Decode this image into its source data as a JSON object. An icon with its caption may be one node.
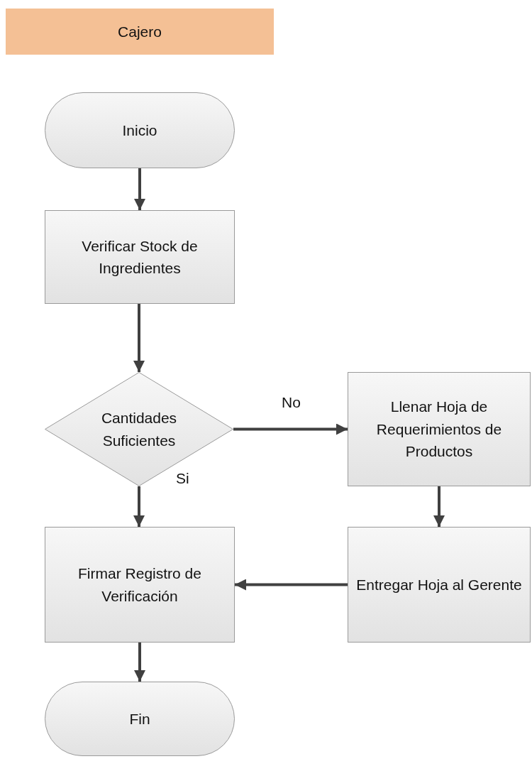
{
  "diagram": {
    "nodes": [
      {
        "text": [
          "Cajero"
        ]
      },
      {
        "text": [
          "Inicio"
        ]
      },
      {
        "text": [
          "Verificar Stock de Ingredientes"
        ]
      },
      {
        "text": [
          "Cantidades Suficientes"
        ]
      },
      {
        "text": [
          "Llenar Hoja de Requerimientos de Productos"
        ]
      },
      {
        "text": [
          "Entregar Hoja al Gerente"
        ]
      },
      {
        "text": [
          "Firmar Registro de Verificación"
        ]
      },
      {
        "text": [
          "Fin"
        ]
      }
    ],
    "edges": [
      {
        "from": 1,
        "to": 2,
        "arrow": "to"
      },
      {
        "from": 2,
        "to": 3,
        "arrow": "to"
      },
      {
        "from": 3,
        "to": 4,
        "arrow": "to",
        "label": "No"
      },
      {
        "from": 3,
        "to": 6,
        "arrow": "to",
        "label": "Si"
      },
      {
        "from": 4,
        "to": 5,
        "arrow": "to"
      },
      {
        "from": 5,
        "to": 6,
        "arrow": "to"
      },
      {
        "from": 6,
        "to": 7,
        "arrow": "to"
      }
    ]
  }
}
